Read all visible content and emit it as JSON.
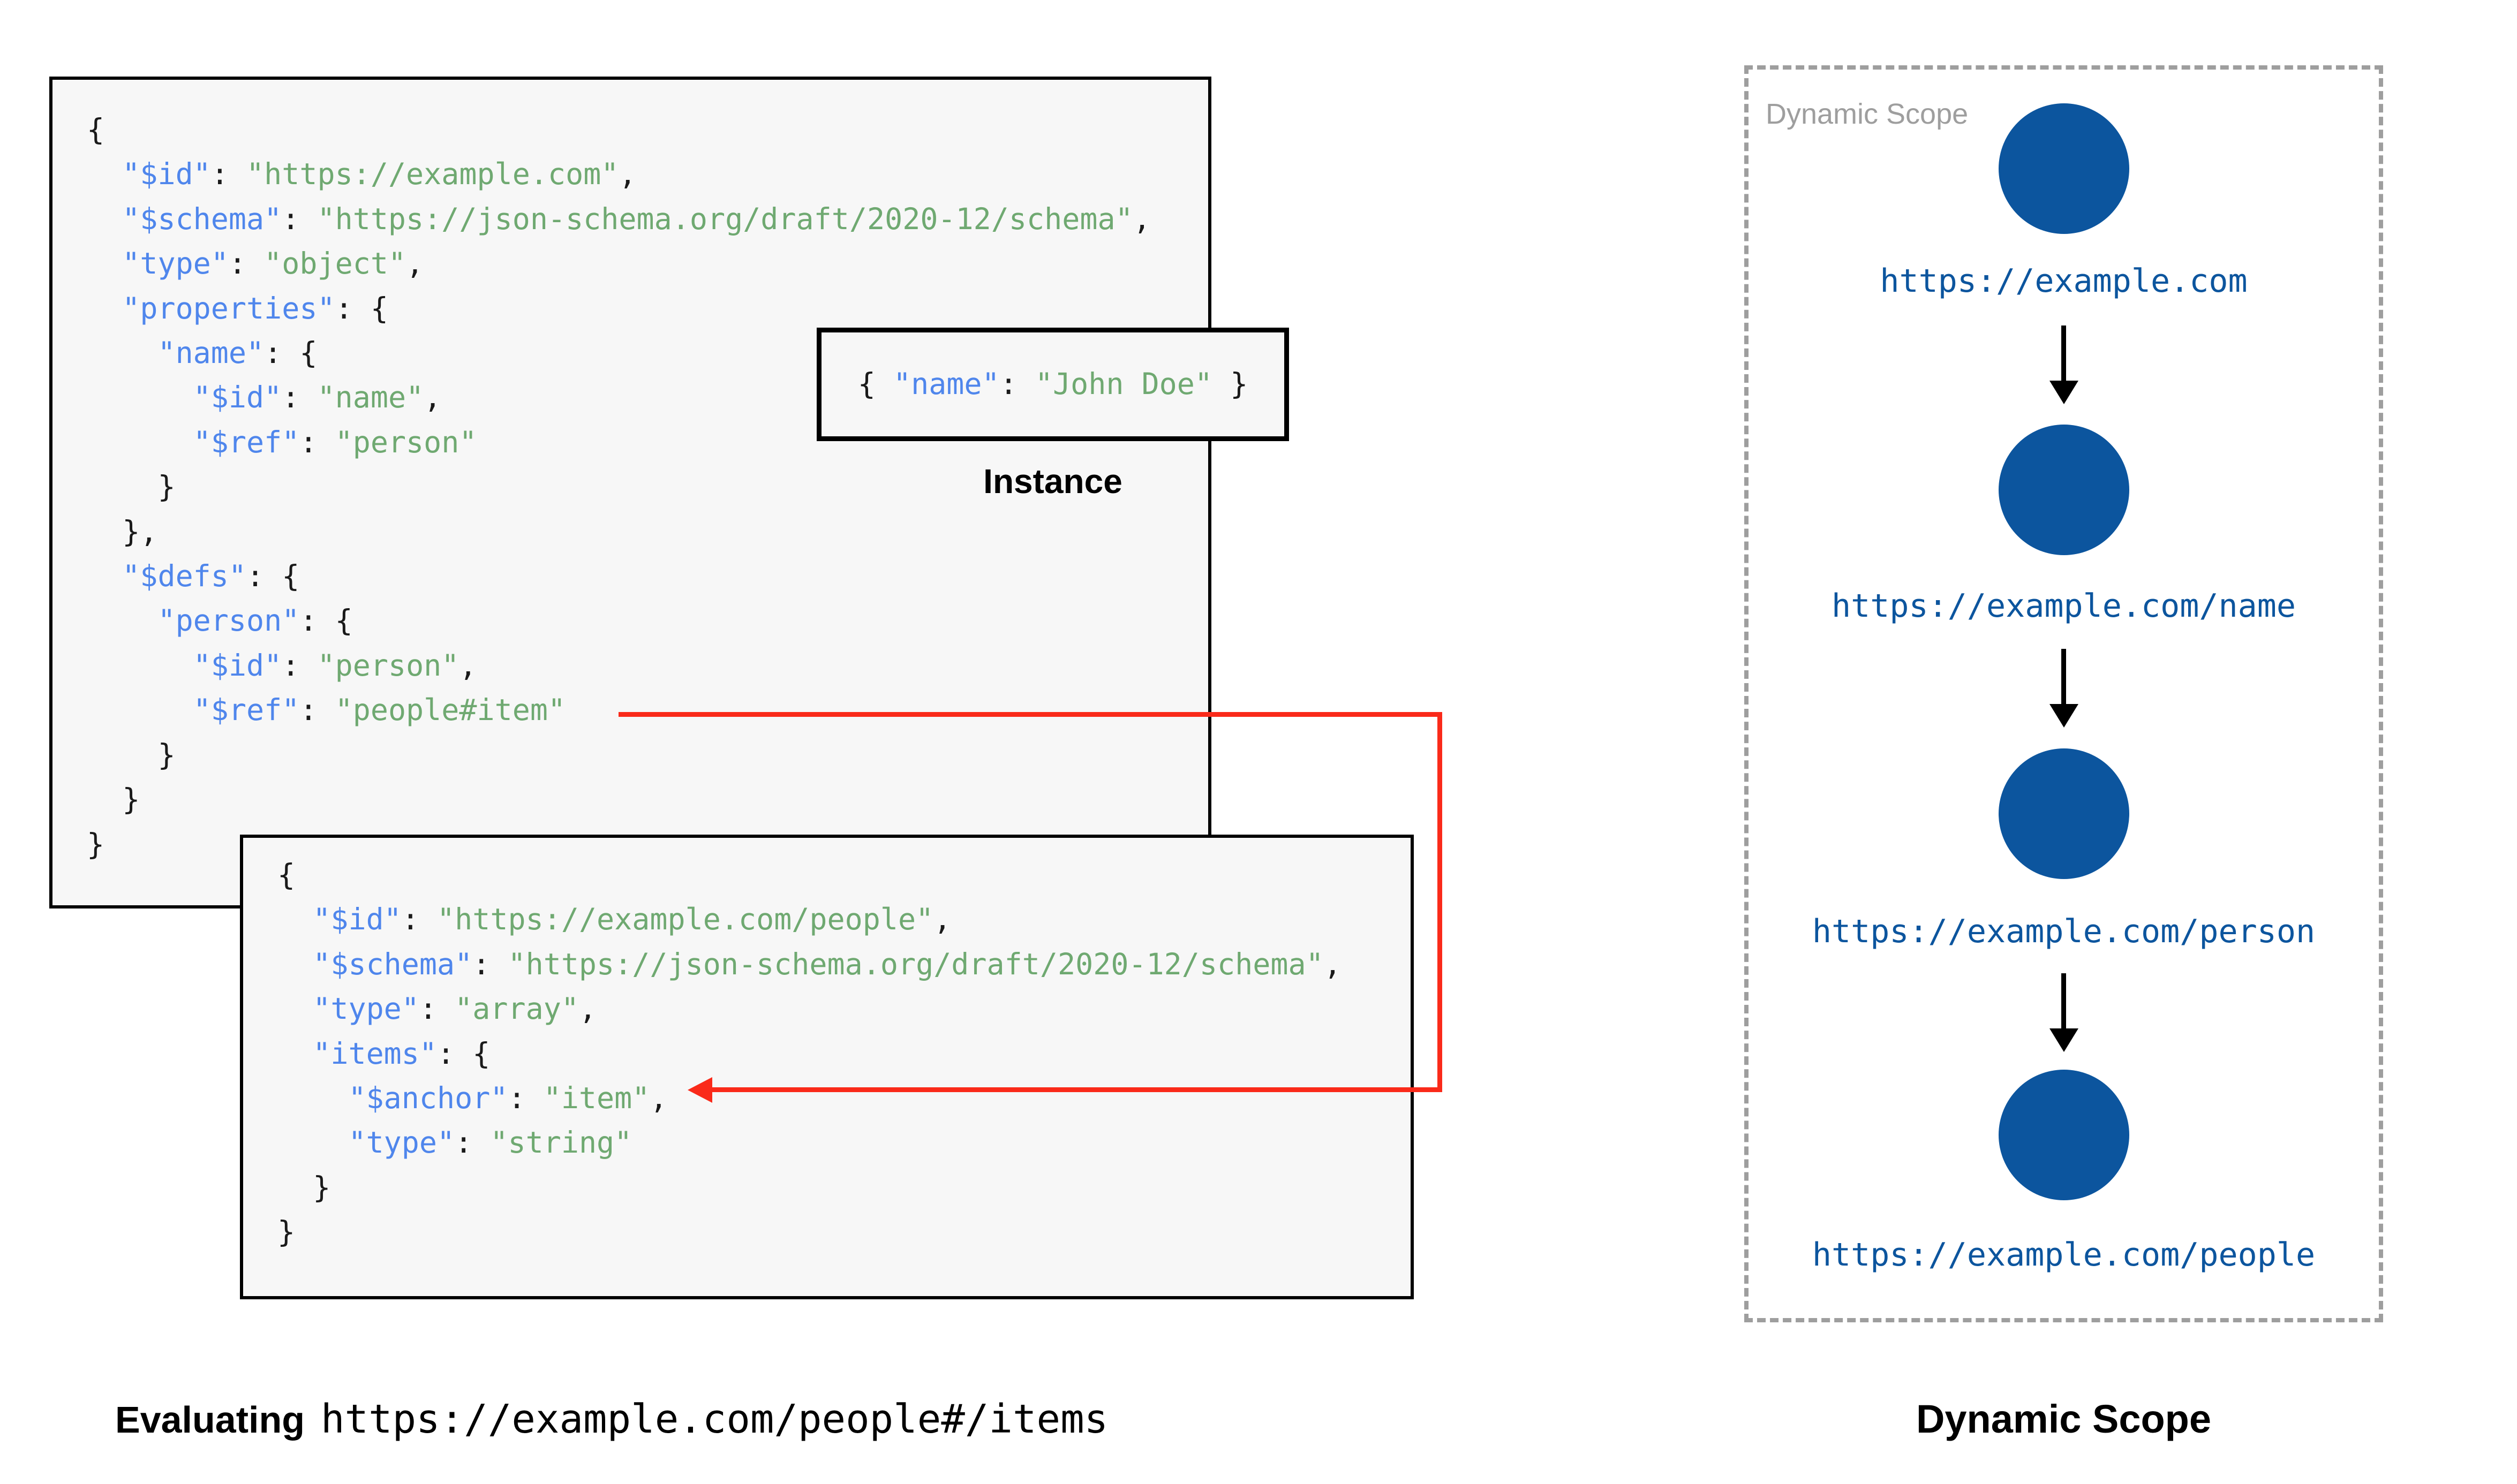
{
  "colors": {
    "key_blue": "#4F86EC",
    "string_green": "#6FA971",
    "punct_black": "#1A1A1A",
    "node_blue": "#0C559E",
    "red_arrow": "#FA2A1A",
    "box_bg": "#F7F7F7",
    "box_border": "#000000",
    "dashed_gray": "#9E9E9E"
  },
  "schema_box_1": {
    "lines": [
      [
        [
          "p",
          "{"
        ]
      ],
      [
        [
          "p",
          "  "
        ],
        [
          "k",
          "\"$id\""
        ],
        [
          "p",
          ": "
        ],
        [
          "s",
          "\"https://example.com\""
        ],
        [
          "p",
          ","
        ]
      ],
      [
        [
          "p",
          "  "
        ],
        [
          "k",
          "\"$schema\""
        ],
        [
          "p",
          ": "
        ],
        [
          "s",
          "\"https://json-schema.org/draft/2020-12/schema\""
        ],
        [
          "p",
          ","
        ]
      ],
      [
        [
          "p",
          "  "
        ],
        [
          "k",
          "\"type\""
        ],
        [
          "p",
          ": "
        ],
        [
          "s",
          "\"object\""
        ],
        [
          "p",
          ","
        ]
      ],
      [
        [
          "p",
          "  "
        ],
        [
          "k",
          "\"properties\""
        ],
        [
          "p",
          ": {"
        ]
      ],
      [
        [
          "p",
          "    "
        ],
        [
          "k",
          "\"name\""
        ],
        [
          "p",
          ": {"
        ]
      ],
      [
        [
          "p",
          "      "
        ],
        [
          "k",
          "\"$id\""
        ],
        [
          "p",
          ": "
        ],
        [
          "s",
          "\"name\""
        ],
        [
          "p",
          ","
        ]
      ],
      [
        [
          "p",
          "      "
        ],
        [
          "k",
          "\"$ref\""
        ],
        [
          "p",
          ": "
        ],
        [
          "s",
          "\"person\""
        ]
      ],
      [
        [
          "p",
          "    }"
        ]
      ],
      [
        [
          "p",
          "  },"
        ]
      ],
      [
        [
          "p",
          "  "
        ],
        [
          "k",
          "\"$defs\""
        ],
        [
          "p",
          ": {"
        ]
      ],
      [
        [
          "p",
          "    "
        ],
        [
          "k",
          "\"person\""
        ],
        [
          "p",
          ": {"
        ]
      ],
      [
        [
          "p",
          "      "
        ],
        [
          "k",
          "\"$id\""
        ],
        [
          "p",
          ": "
        ],
        [
          "s",
          "\"person\""
        ],
        [
          "p",
          ","
        ]
      ],
      [
        [
          "p",
          "      "
        ],
        [
          "k",
          "\"$ref\""
        ],
        [
          "p",
          ": "
        ],
        [
          "s",
          "\"people#item\""
        ]
      ],
      [
        [
          "p",
          "    }"
        ]
      ],
      [
        [
          "p",
          "  }"
        ]
      ],
      [
        [
          "p",
          "}"
        ]
      ]
    ]
  },
  "schema_box_2": {
    "lines": [
      [
        [
          "p",
          "{"
        ]
      ],
      [
        [
          "p",
          "  "
        ],
        [
          "k",
          "\"$id\""
        ],
        [
          "p",
          ": "
        ],
        [
          "s",
          "\"https://example.com/people\""
        ],
        [
          "p",
          ","
        ]
      ],
      [
        [
          "p",
          "  "
        ],
        [
          "k",
          "\"$schema\""
        ],
        [
          "p",
          ": "
        ],
        [
          "s",
          "\"https://json-schema.org/draft/2020-12/schema\""
        ],
        [
          "p",
          ","
        ]
      ],
      [
        [
          "p",
          "  "
        ],
        [
          "k",
          "\"type\""
        ],
        [
          "p",
          ": "
        ],
        [
          "s",
          "\"array\""
        ],
        [
          "p",
          ","
        ]
      ],
      [
        [
          "p",
          "  "
        ],
        [
          "k",
          "\"items\""
        ],
        [
          "p",
          ": {"
        ]
      ],
      [
        [
          "p",
          "    "
        ],
        [
          "k",
          "\"$anchor\""
        ],
        [
          "p",
          ": "
        ],
        [
          "s",
          "\"item\""
        ],
        [
          "p",
          ","
        ]
      ],
      [
        [
          "p",
          "    "
        ],
        [
          "k",
          "\"type\""
        ],
        [
          "p",
          ": "
        ],
        [
          "s",
          "\"string\""
        ]
      ],
      [
        [
          "p",
          "  }"
        ]
      ],
      [
        [
          "p",
          "}"
        ]
      ]
    ]
  },
  "instance_box": {
    "label": "Instance",
    "lines": [
      [
        [
          "p",
          "{ "
        ],
        [
          "k",
          "\"name\""
        ],
        [
          "p",
          ": "
        ],
        [
          "s",
          "\"John Doe\""
        ],
        [
          "p",
          " }"
        ]
      ]
    ]
  },
  "evaluating": {
    "prefix": "Evaluating",
    "uri": "https://example.com/people#/items"
  },
  "dynamic_scope": {
    "panel_label": "Dynamic Scope",
    "caption": "Dynamic Scope",
    "nodes": [
      {
        "uri": "https://example.com"
      },
      {
        "uri": "https://example.com/name"
      },
      {
        "uri": "https://example.com/person"
      },
      {
        "uri": "https://example.com/people"
      }
    ]
  }
}
